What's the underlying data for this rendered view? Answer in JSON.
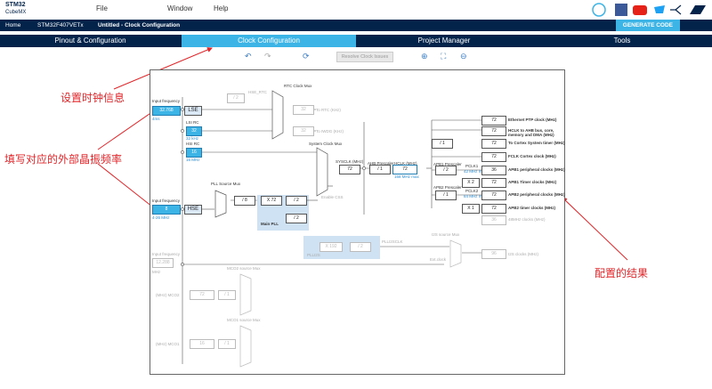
{
  "app": {
    "logo_line1": "STM32",
    "logo_line2": "CubeMX",
    "menu": [
      "File",
      "Window",
      "Help"
    ]
  },
  "breadcrumb": [
    "Home",
    "STM32F407VETx",
    "Untitled - Clock Configuration"
  ],
  "generate_label": "GENERATE CODE",
  "tabs": [
    "Pinout & Configuration",
    "Clock Configuration",
    "Project Manager",
    "Tools"
  ],
  "toolbar": {
    "resolve_label": "Resolve Clock Issues"
  },
  "notes": {
    "set_clock": "设置时钟信息",
    "fill_crystal": "填写对应的外部晶振频率",
    "result": "配置的结果"
  },
  "clock": {
    "input_freq_label": "Input frequency",
    "lse_value": "32.768",
    "lse_range": "4ms",
    "lse_label": "LSE",
    "lsi_rc_label": "LSI RC",
    "lsi_value": "32",
    "lsi_unit": "32 kHz",
    "hsi_rc_label": "HSI RC",
    "hsi_value": "16",
    "hsi_unit": "16 MHz",
    "hse_value": "8",
    "hse_range": "4-26 MHz",
    "hse_label": "HSE",
    "i2s_input_value": "12.288",
    "i2s_input_unit": "MHz",
    "rtc_mux_label": "RTC Clock Mux",
    "hse_rtc_label": "HSE_RTC",
    "rtc_div": "/ 2",
    "to_rtc": "To RTC (KHz)",
    "rtc_out": "32",
    "to_iwdg": "To IWDG (KHz)",
    "iwdg_out": "32",
    "sysclk_mux_label": "System Clock Mux",
    "sysclk_label": "SYSCLK (MHz)",
    "sysclk_value": "72",
    "ahb_label": "AHB Prescaler",
    "ahb_div": "/ 1",
    "hclk_label": "HCLK (MHz)",
    "hclk_value": "72",
    "hclk_max": "168 MHz max",
    "enable_css": "Enable CSS",
    "pll_source_label": "PLL Source Mux",
    "pll_m": "/ 8",
    "pll_n": "X 72",
    "pll_p": "/ 2",
    "pll_q": "/ 2",
    "main_pll_label": "Main PLL",
    "plli2s_n": "X 192",
    "plli2s_r": "/ 2",
    "plli2s_label": "PLLI2S",
    "plli2sclk_label": "PLLI2SCLK",
    "i2s_mux_label": "I2S source Mux",
    "ext_clock_label": "Ext.clock",
    "i2s_out_value": "96",
    "i2s_out_label": "I2S clocks (MHz)",
    "mco2_mux_label": "MCO2 source Mux",
    "mco2_label": "(MHz) MCO2",
    "mco2_value": "72",
    "mco2_div": "/ 1",
    "mco1_mux_label": "MCO1 source Mux",
    "mco1_label": "(MHz) MCO1",
    "mco1_value": "16",
    "mco1_div": "/ 1",
    "apb1_label": "APB1 Prescaler",
    "apb1_div": "/ 2",
    "pclk1_label": "PCLK1",
    "pclk1_max": "42 MHz max",
    "apb1_x2": "X 2",
    "apb2_label": "APB2 Prescaler",
    "apb2_div": "/ 1",
    "pclk2_label": "PCLK2",
    "pclk2_max": "84 MHz max",
    "apb2_x1": "X 1",
    "cortex_div": "/ 1",
    "outputs": [
      {
        "value": "72",
        "label": "Ethernet PTP clock (MHz)"
      },
      {
        "value": "72",
        "label": "HCLK to AHB bus, core, memory and DMA (MHz)"
      },
      {
        "value": "72",
        "label": "To Cortex System timer (MHz)"
      },
      {
        "value": "72",
        "label": "FCLK Cortex clock (MHz)"
      },
      {
        "value": "36",
        "label": "APB1 peripheral clocks (MHz)"
      },
      {
        "value": "72",
        "label": "APB1 Timer clocks (MHz)"
      },
      {
        "value": "72",
        "label": "APB2 peripheral clocks (MHz)"
      },
      {
        "value": "72",
        "label": "APB2 timer clocks (MHz)"
      },
      {
        "value": "36",
        "label": "48MHz clocks (MHz)"
      }
    ]
  }
}
